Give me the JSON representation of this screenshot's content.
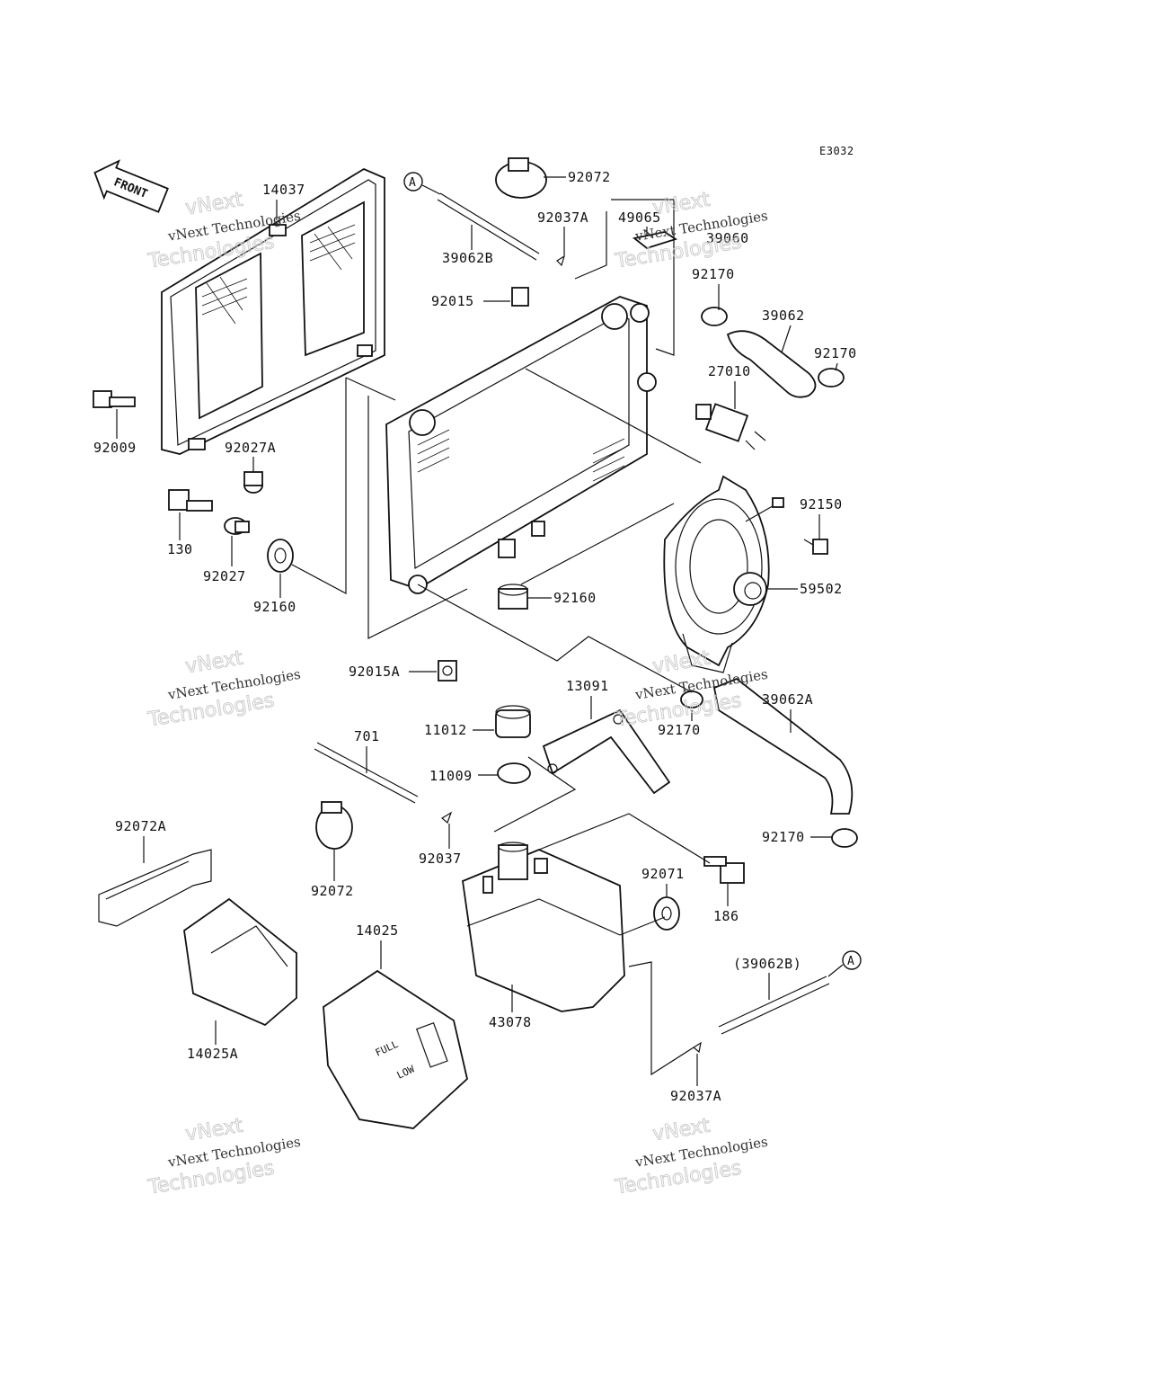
{
  "diagram": {
    "code": "E3032",
    "front_label": "FRONT",
    "watermark_line1": "vNext",
    "watermark_line2": "Technologies",
    "watermark_line3": "vNext Technologies",
    "parts": {
      "p14037": "14037",
      "p92072_top": "92072",
      "p39062B": "39062B",
      "p92037A_top": "92037A",
      "p49065": "49065",
      "p39060": "39060",
      "p92015": "92015",
      "p92170_a": "92170",
      "p39062": "39062",
      "p92170_b": "92170",
      "p27010": "27010",
      "p92009": "92009",
      "p92027A": "92027A",
      "p130": "130",
      "p92027": "92027",
      "p92160_a": "92160",
      "p92150": "92150",
      "p92160_b": "92160",
      "p59502": "59502",
      "p92015A": "92015A",
      "p13091": "13091",
      "p92170_c": "92170",
      "p39062A": "39062A",
      "p11012": "11012",
      "p701": "701",
      "p11009": "11009",
      "p92072A": "92072A",
      "p92037": "92037",
      "p92170_d": "92170",
      "p92072_bot": "92072",
      "p92071": "92071",
      "p186": "186",
      "p14025": "14025",
      "p39062B_ref": "(39062B)",
      "p43078": "43078",
      "p14025A": "14025A",
      "p92037A_bot": "92037A",
      "ref_a_top": "A",
      "ref_a_bot": "A",
      "full": "FULL",
      "low": "LOW"
    }
  }
}
